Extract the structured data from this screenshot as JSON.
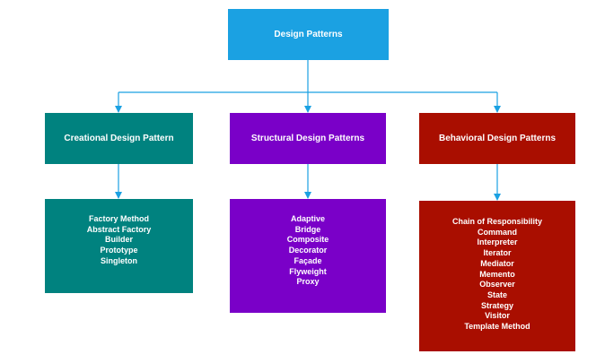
{
  "colors": {
    "root": "#1ba1e2",
    "creational": "#00827f",
    "structural": "#7a00c8",
    "behavioral": "#a90e00",
    "connector": "#1ba1e2"
  },
  "root": {
    "title": "Design Patterns"
  },
  "categories": [
    {
      "title": "Creational Design Pattern",
      "items": [
        "Factory Method",
        "Abstract Factory",
        "Builder",
        "Prototype",
        "Singleton"
      ]
    },
    {
      "title": "Structural Design Patterns",
      "items": [
        "Adaptive",
        "Bridge",
        "Composite",
        "Decorator",
        "Façade",
        "Flyweight",
        "Proxy"
      ]
    },
    {
      "title": "Behavioral Design Patterns",
      "items": [
        "Chain of Responsibility",
        "Command",
        "Interpreter",
        "Iterator",
        "Mediator",
        "Memento",
        "Observer",
        "State",
        "Strategy",
        "Visitor",
        "Template Method"
      ]
    }
  ]
}
